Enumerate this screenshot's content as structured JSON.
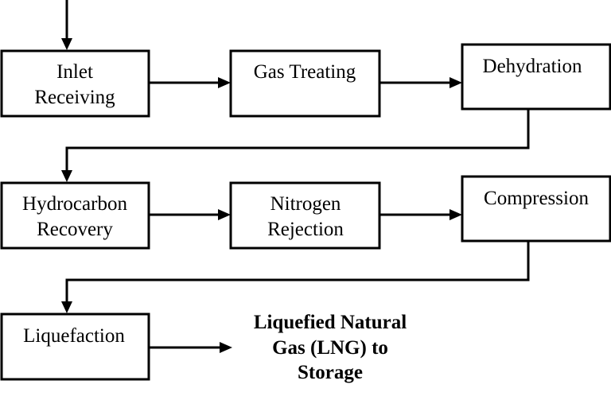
{
  "steps": {
    "inlet_receiving": [
      "Inlet",
      "Receiving"
    ],
    "gas_treating": [
      "Gas Treating"
    ],
    "dehydration": [
      "Dehydration"
    ],
    "hydrocarbon_recovery": [
      "Hydrocarbon",
      "Recovery"
    ],
    "nitrogen_rejection": [
      "Nitrogen",
      "Rejection"
    ],
    "compression": [
      "Compression"
    ],
    "liquefaction": [
      "Liquefaction"
    ]
  },
  "output": [
    "Liquefied Natural",
    "Gas (LNG) to",
    "Storage"
  ]
}
